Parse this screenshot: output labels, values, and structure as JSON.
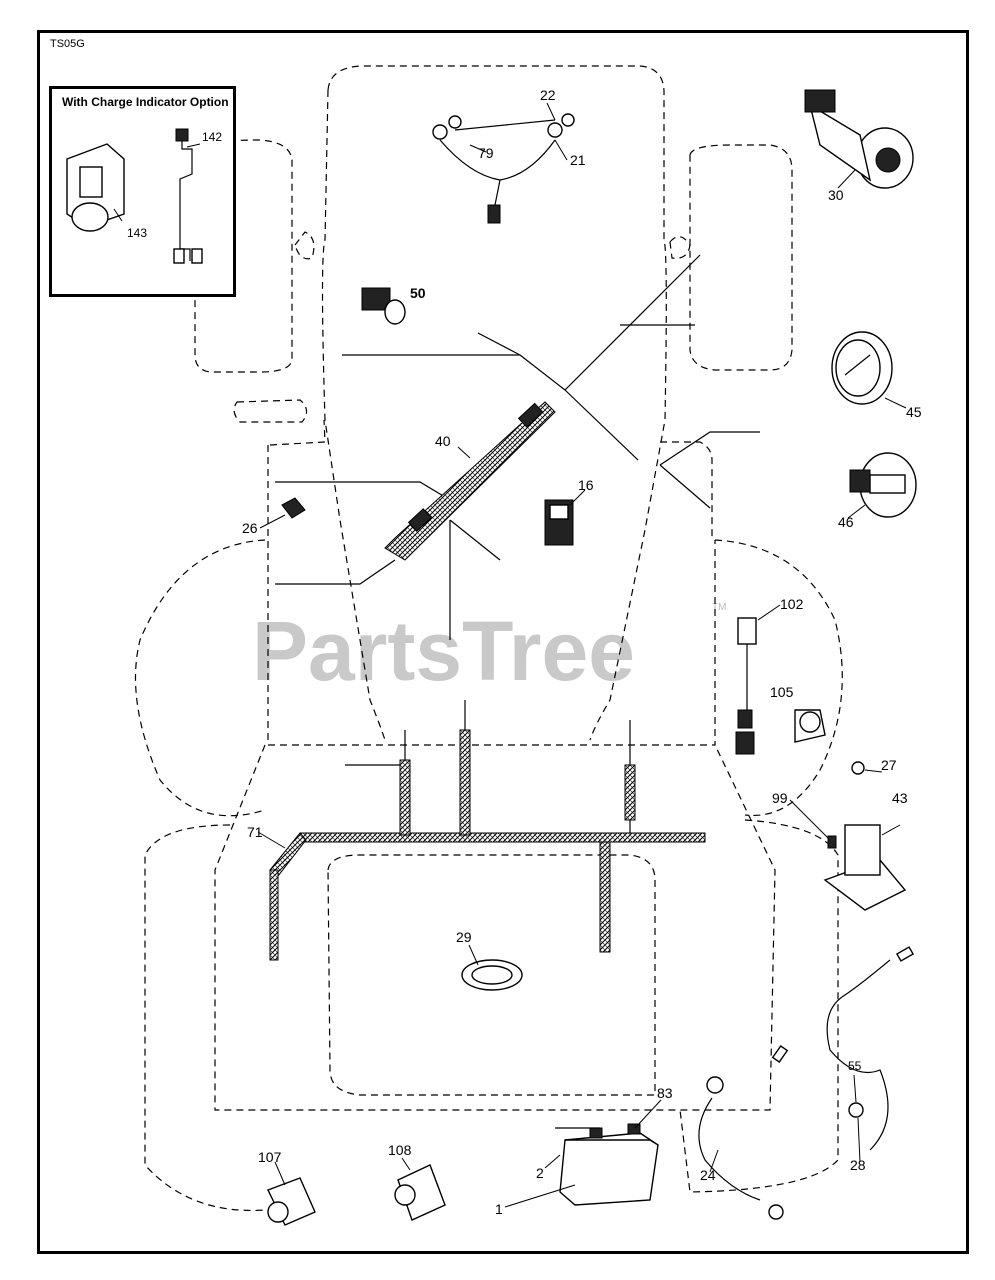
{
  "drawing_code": "TS05G",
  "watermark": "PartsTree",
  "watermark_tm": "TM",
  "inset": {
    "title": "With Charge Indicator Option",
    "part_142": "142",
    "part_143": "143"
  },
  "parts": {
    "p1": "1",
    "p2": "2",
    "p16": "16",
    "p21": "21",
    "p22": "22",
    "p24": "24",
    "p26": "26",
    "p27": "27",
    "p28": "28",
    "p29": "29",
    "p30": "30",
    "p40": "40",
    "p43": "43",
    "p45": "45",
    "p46": "46",
    "p50": "50",
    "p55": "55",
    "p71": "71",
    "p79": "79",
    "p83": "83",
    "p99": "99",
    "p102": "102",
    "p105": "105",
    "p107": "107",
    "p108": "108"
  }
}
